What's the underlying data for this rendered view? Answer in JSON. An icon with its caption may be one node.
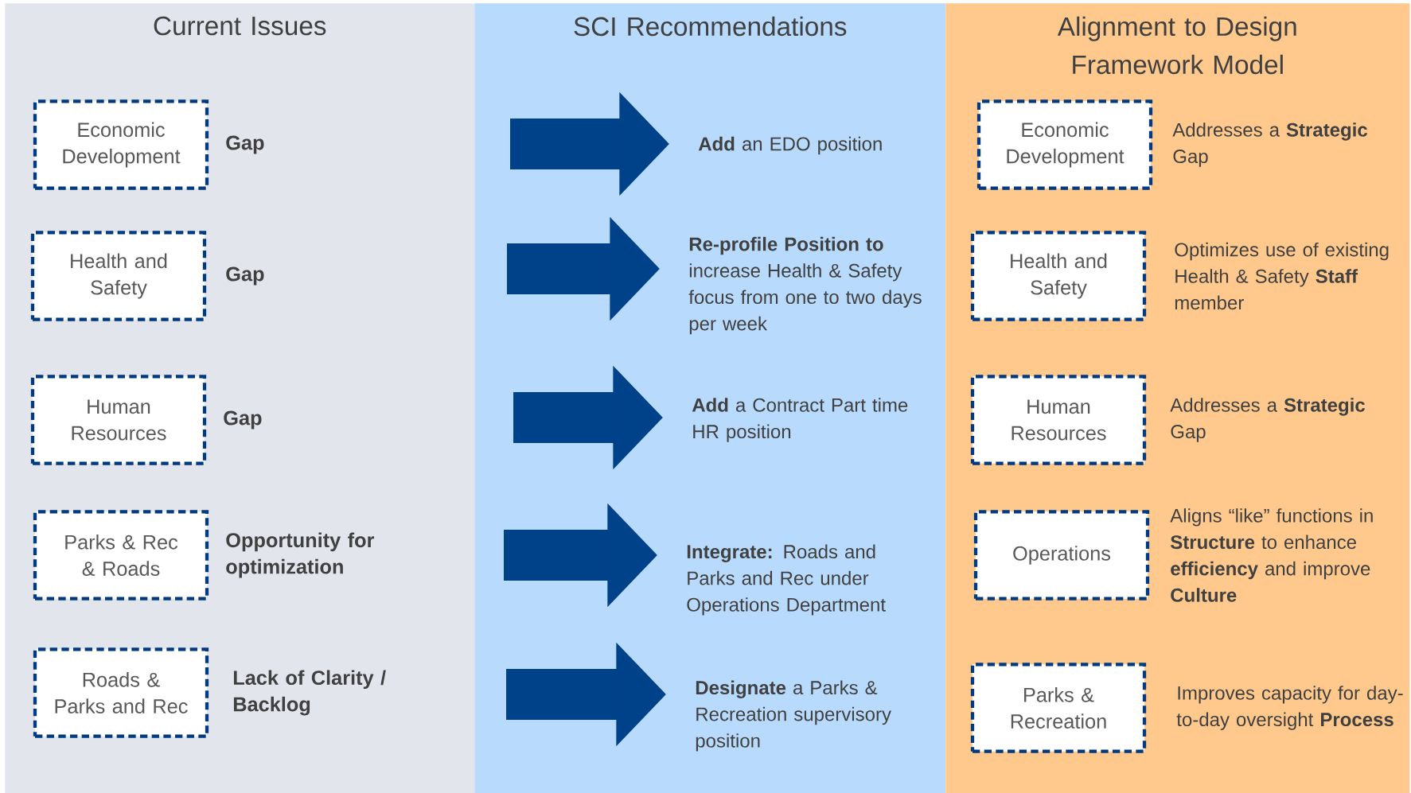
{
  "diagram": {
    "nodes": [
      {
        "text": [
          "Current Issues"
        ]
      },
      {
        "text": [
          "Economic Development"
        ],
        "in": 0,
        "beside": [
          "Gap"
        ]
      },
      {
        "text": [
          "Health and Safety"
        ],
        "in": 0,
        "beside": [
          "Gap"
        ]
      },
      {
        "text": [
          "Human Resources"
        ],
        "in": 0,
        "beside": [
          "Gap"
        ]
      },
      {
        "text": [
          "Parks & Rec & Roads"
        ],
        "in": 0,
        "beside": [
          "Opportunity for optimization"
        ]
      },
      {
        "text": [
          "Roads & Parks and Rec"
        ],
        "in": 0,
        "beside": [
          "Lack of Clarity / Backlog"
        ]
      },
      {
        "text": [
          "SCI Recommendations"
        ]
      },
      {
        "text": [
          "**Add** an EDO position"
        ],
        "in": 6
      },
      {
        "text": [
          "**Re-profile Position to** increase Health & Safety focus from one to two days per week"
        ],
        "in": 6
      },
      {
        "text": [
          "**Add** a Contract Part time HR position"
        ],
        "in": 6
      },
      {
        "text": [
          "**Integrate:**  Roads and Parks and Rec under Operations Department"
        ],
        "in": 6
      },
      {
        "text": [
          "**Designate** a Parks & Recreation supervisory position"
        ],
        "in": 6
      },
      {
        "text": [
          "Alignment to Design Framework Model"
        ]
      },
      {
        "text": [
          "Economic Development"
        ],
        "in": 12,
        "beside": [
          "Addresses a **Strategic** Gap"
        ]
      },
      {
        "text": [
          "Health and Safety"
        ],
        "in": 12,
        "beside": [
          "Optimizes use of existing Health & Safety **Staff**  member"
        ]
      },
      {
        "text": [
          "Human Resources"
        ],
        "in": 12,
        "beside": [
          "Addresses a **Strategic** Gap"
        ]
      },
      {
        "text": [
          "Operations"
        ],
        "in": 12,
        "beside": [
          "Aligns “like” functions in **Structure** to enhance **efficiency** and improve **Culture**"
        ]
      },
      {
        "text": [
          "Parks & Recreation"
        ],
        "in": 12,
        "beside": [
          "Improves capacity for day-to-day oversight **Process**"
        ]
      }
    ],
    "edges": [
      {
        "from": null,
        "to": 7,
        "arrow": "to"
      },
      {
        "from": null,
        "to": 8,
        "arrow": "to"
      },
      {
        "from": null,
        "to": 9,
        "arrow": "to"
      },
      {
        "from": null,
        "to": 10,
        "arrow": "to"
      },
      {
        "from": null,
        "to": 11,
        "arrow": "to"
      }
    ]
  }
}
